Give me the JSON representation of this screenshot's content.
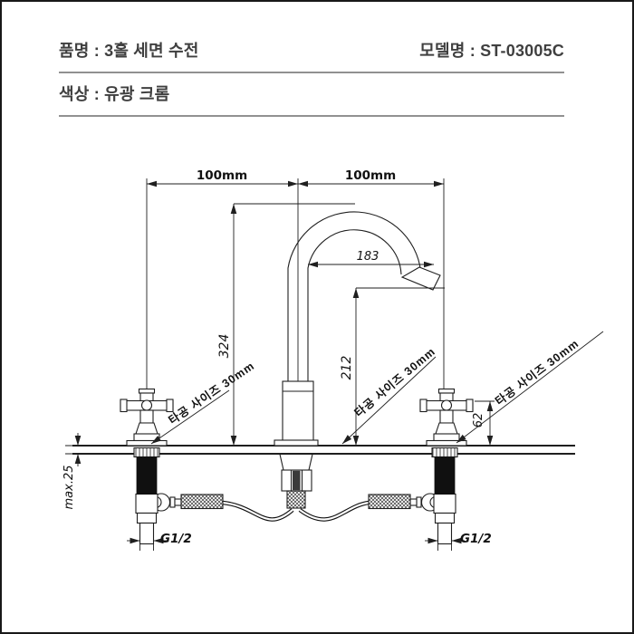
{
  "header": {
    "product_label": "품명 : 3홀 세면 수전",
    "model_label": "모델명 : ST-03005C",
    "color_label": "색상 : 유광 크롬"
  },
  "drawing": {
    "dim_top_left": "100mm",
    "dim_top_right": "100mm",
    "dim_spout_reach": "183",
    "dim_total_height": "324",
    "dim_spout_height": "212",
    "dim_handle_height": "62",
    "dim_counter_thickness": "max.25",
    "thread_left": "G1/2",
    "thread_right": "G1/2",
    "hole_size_left": "타공 사이즈 30mm",
    "hole_size_center": "타공 사이즈 30mm",
    "hole_size_right": "타공 사이즈 30mm"
  },
  "colors": {
    "line": "#1f1f1f",
    "header_text": "#3f3f3f",
    "rule": "#919191",
    "shank_fill": "#101010"
  }
}
